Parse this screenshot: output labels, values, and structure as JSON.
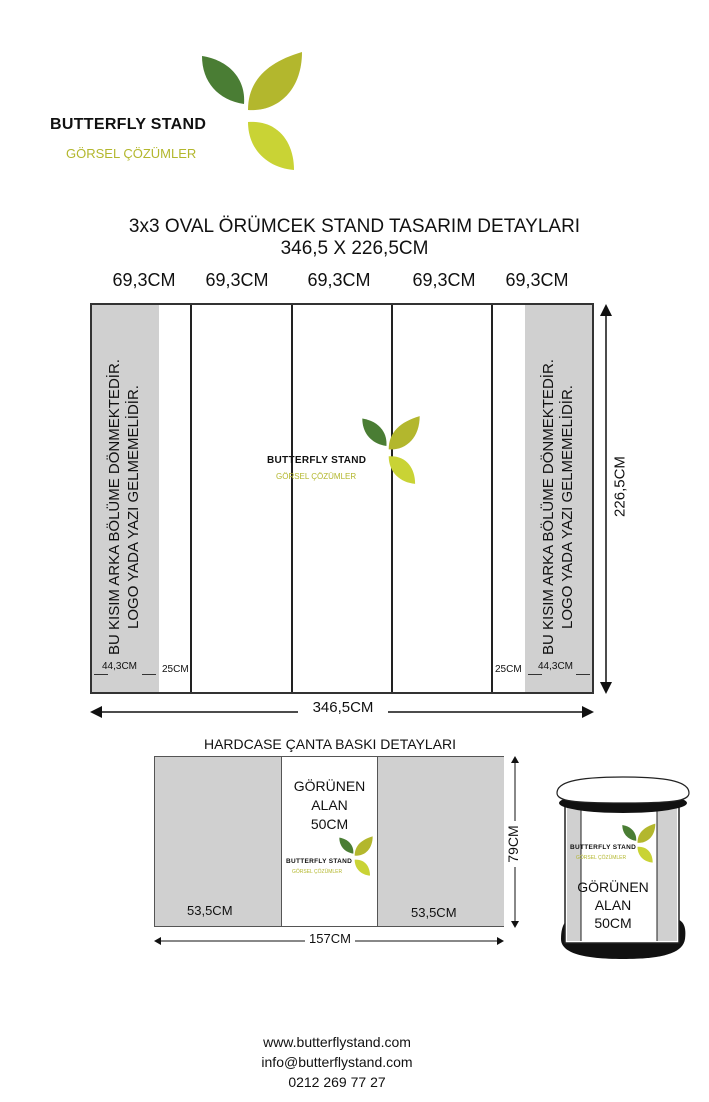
{
  "brand": {
    "name": "BUTTERFLY  STAND",
    "tagline": "GÖRSEL ÇÖZÜMLER"
  },
  "colors": {
    "leaf_dark": "#4a7d34",
    "leaf_olive": "#b3b72d",
    "leaf_lime": "#c9d335",
    "panel_gray": "#d0d0d0"
  },
  "title": {
    "line1": "3x3 OVAL ÖRÜMCEK STAND TASARIM DETAYLARI",
    "line2": "346,5 X 226,5CM"
  },
  "stand": {
    "columns": [
      "69,3CM",
      "69,3CM",
      "69,3CM",
      "69,3CM",
      "69,3CM"
    ],
    "side_note_line1": "BU KISIM ARKA BÖLÜME DÖNMEKTEDİR.",
    "side_note_line2": "LOGO YADA YAZI GELMEMELİDİR.",
    "side_width": "44,3CM",
    "gap_width": "25CM",
    "height": "226,5CM",
    "width": "346,5CM"
  },
  "hardcase": {
    "title": "HARDCASE ÇANTA BASKI DETAYLARI",
    "visible_line1": "GÖRÜNEN",
    "visible_line2": "ALAN",
    "visible_line3": "50CM",
    "side_width": "53,5CM",
    "height": "79CM",
    "width": "157CM"
  },
  "footer": {
    "website": "www.butterflystand.com",
    "email": "info@butterflystand.com",
    "phone": "0212 269 77 27"
  }
}
